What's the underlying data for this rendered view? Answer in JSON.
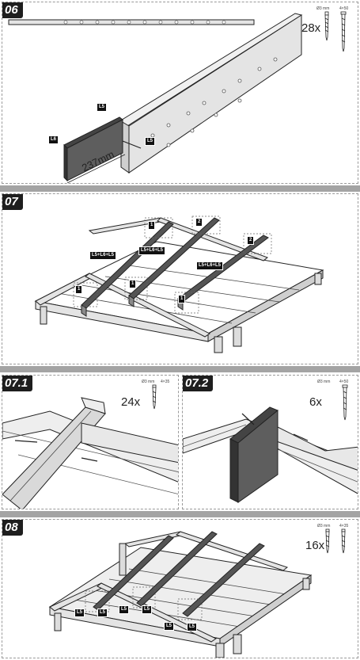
{
  "steps": {
    "s06": {
      "label": "06",
      "screw_count": "28x",
      "screw_diameter": "Ø3 mm",
      "screw_length": "4×50",
      "tags": {
        "l5_top": "L5",
        "l6": "L6",
        "l5_bottom": "L5"
      },
      "dimension": "237mm"
    },
    "s07": {
      "label": "07",
      "tags": {
        "left": "L5+L6+L5",
        "middle": "L5+L6+L5",
        "right": "L5+L6+L5",
        "marker_a": "1",
        "marker_b": "1",
        "marker_c": "1",
        "marker_d": "1",
        "marker_e": "2",
        "marker_f": "2"
      }
    },
    "s071": {
      "label": "07.1",
      "screw_count": "24x",
      "screw_diameter": "Ø3 mm",
      "screw_length": "4×35"
    },
    "s072": {
      "label": "07.2",
      "screw_count": "6x",
      "screw_diameter": "Ø3 mm",
      "screw_length": "4×50"
    },
    "s08": {
      "label": "08",
      "screw_count": "16x",
      "screw_diameter": "Ø3 mm",
      "screw_length": "4×35",
      "tags": [
        "L5",
        "L5",
        "L5",
        "L5",
        "L5",
        "L5"
      ]
    }
  },
  "colors": {
    "wood_light": "#e4e4e4",
    "wood_dark": "#5e5e5e",
    "outline": "#222222",
    "separator": "#a4a4a4"
  }
}
